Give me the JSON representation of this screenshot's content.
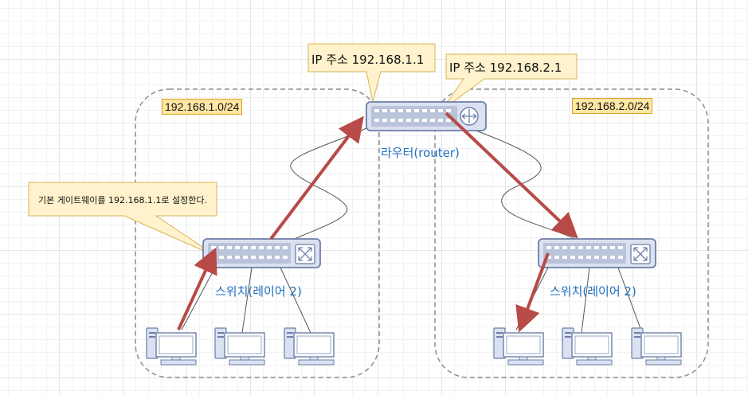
{
  "subnets": {
    "left": "192.168.1.0/24",
    "right": "192.168.2.0/24"
  },
  "router": {
    "label": "라우터(router)",
    "ip_left": "IP 주소 192.168.1.1",
    "ip_right": "IP 주소 192.168.2.1"
  },
  "switches": {
    "left_label": "스위치(레이어 2)",
    "right_label": "스위치(레이어 2)"
  },
  "note": {
    "gateway": "기본 게이트웨이를 192.168.1.1로 설정한다."
  },
  "colors": {
    "arrow": "#b84a47",
    "callout_fill": "#fff2cc",
    "callout_stroke": "#d6b656",
    "label_text": "#1f6fbf",
    "device_fill": "#dae1f0",
    "device_stroke": "#6d7fa8"
  },
  "icons": [
    "router-icon",
    "switch-icon",
    "computer-icon"
  ]
}
